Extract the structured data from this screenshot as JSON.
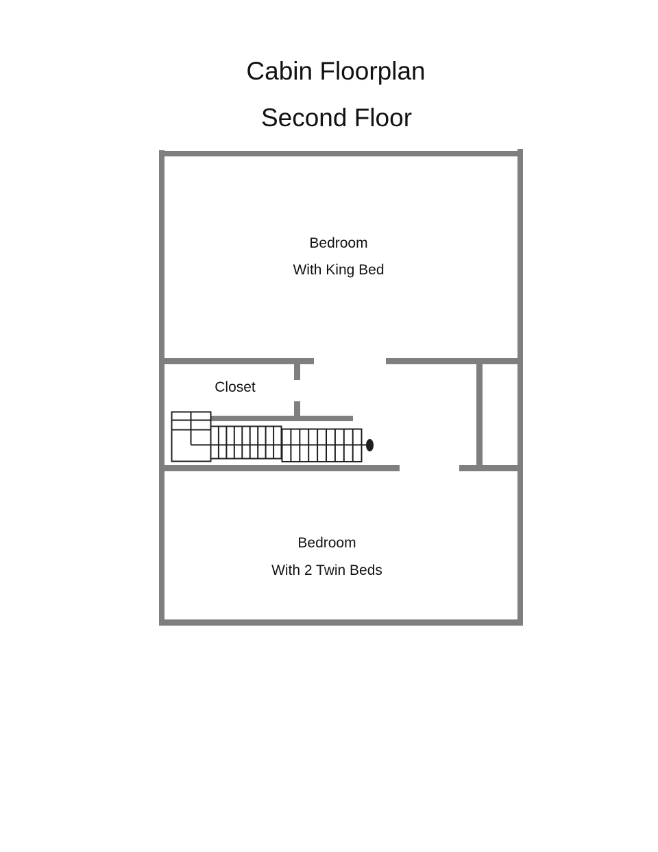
{
  "page": {
    "title": "Cabin Floorplan",
    "subtitle": "Second Floor"
  },
  "floorplan": {
    "rooms": {
      "king_bedroom": {
        "line1": "Bedroom",
        "line2": "With King Bed"
      },
      "closet": {
        "label": "Closet"
      },
      "twin_bedroom": {
        "line1": "Bedroom",
        "line2": "With 2 Twin Beds"
      }
    },
    "features": {
      "staircase": "two-flight staircase with landing",
      "stair_end_marker": "black oval dot"
    }
  },
  "theme": {
    "background": "#ffffff",
    "wall_color": "#7f7f7f",
    "stair_line_color": "#1f1f1f",
    "text_color": "#121212"
  }
}
